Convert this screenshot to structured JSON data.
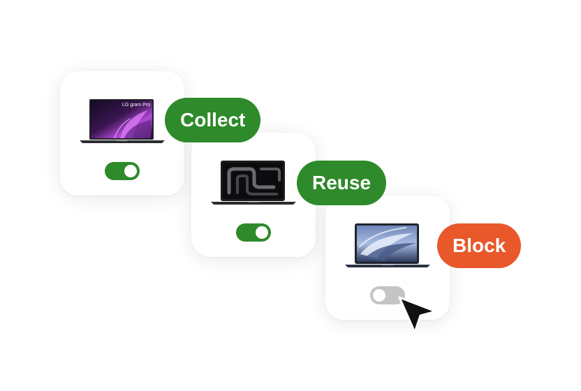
{
  "cards": [
    {
      "device": "laptop-lg-gram-pro",
      "brand_text": "LG gram Pro",
      "toggle_state": "on",
      "label": "Collect",
      "label_color": "#2e8a2a"
    },
    {
      "device": "laptop-macbook-pro-black",
      "toggle_state": "on",
      "label": "Reuse",
      "label_color": "#2e8a2a"
    },
    {
      "device": "laptop-macbook-air",
      "toggle_state": "off",
      "label": "Block",
      "label_color": "#e8582a"
    }
  ],
  "cursor": {
    "icon": "arrow-pointer-icon",
    "color": "#111111"
  },
  "colors": {
    "on": "#2e8a2a",
    "off": "#c4c4c4",
    "block": "#e8582a",
    "card_bg": "#ffffff"
  }
}
